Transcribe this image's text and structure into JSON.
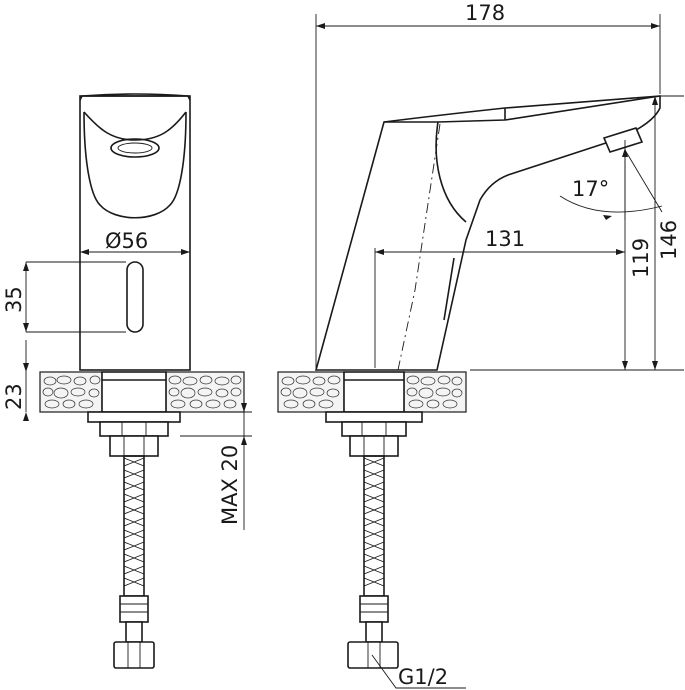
{
  "dimensions": {
    "total_length": "178",
    "spout_reach": "131",
    "spout_height": "119",
    "total_height": "146",
    "diameter": "Ø56",
    "sensor_height": "35",
    "deck_thickness": "23",
    "max_deck": "MAX 20",
    "angle": "17°",
    "thread": "G1/2"
  }
}
